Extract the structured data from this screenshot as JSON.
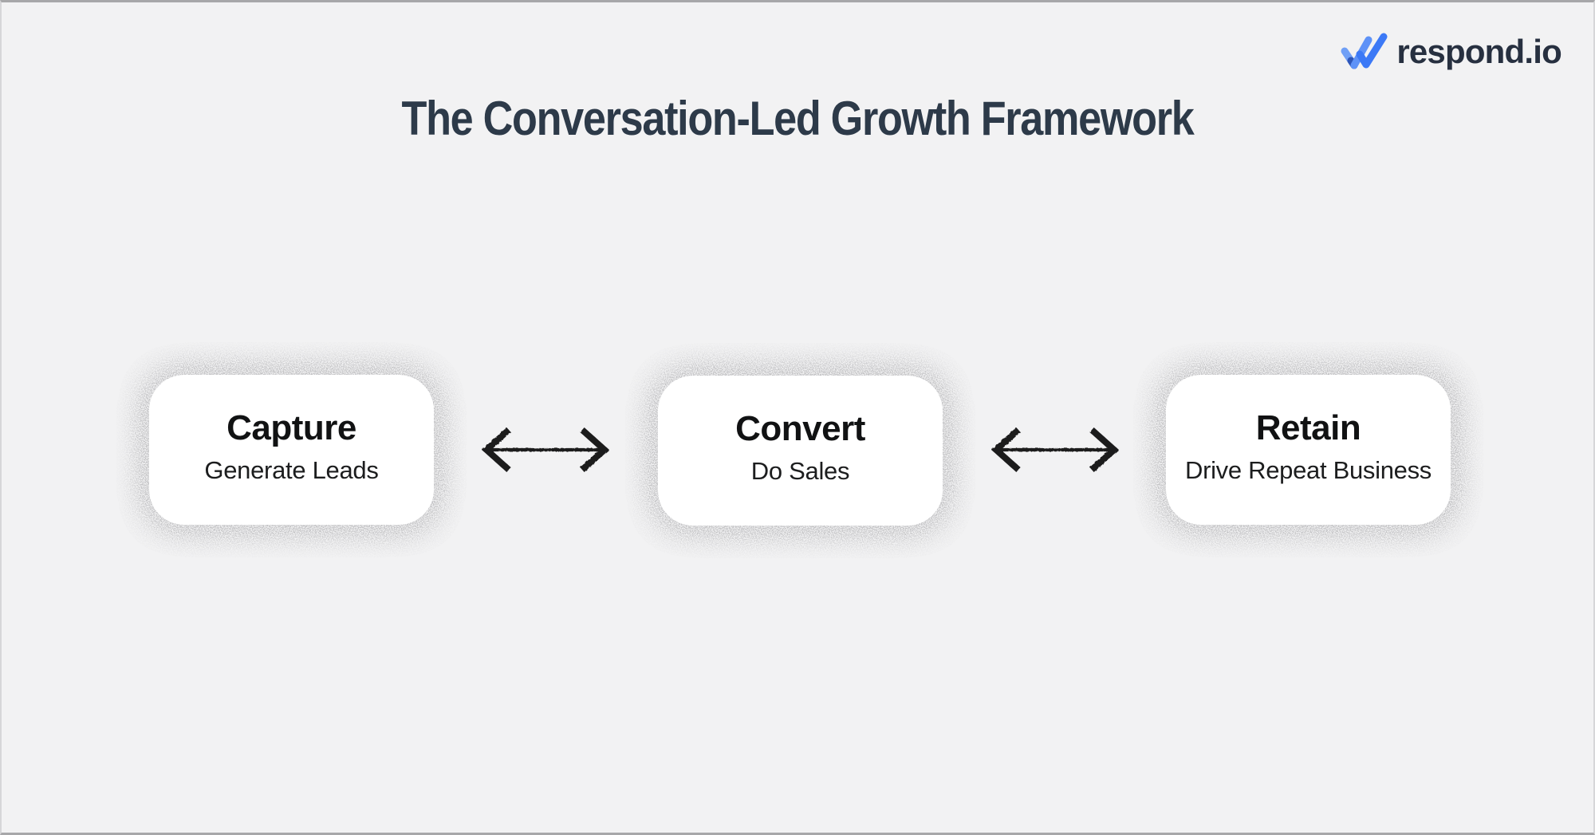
{
  "header": {
    "title": "The Conversation-Led Growth Framework"
  },
  "logo": {
    "brand": "respond.io",
    "icon": "double-check-icon"
  },
  "framework": {
    "connector": "double-headed-arrow",
    "stages": [
      {
        "title": "Capture",
        "subtitle": "Generate Leads"
      },
      {
        "title": "Convert",
        "subtitle": "Do Sales"
      },
      {
        "title": "Retain",
        "subtitle": "Drive Repeat Business"
      }
    ]
  },
  "colors": {
    "background": "#f2f2f3",
    "card": "#ffffff",
    "title_ink": "#2d3a49",
    "card_ink": "#111213",
    "brand_navy": "#273040",
    "brand_blue": "#3c79f6",
    "brand_blue_light": "#6f9ff6",
    "brand_blue_dark": "#2d55b8",
    "arrow_ink": "#1e1e1e",
    "speckle_gray": "#c3c3c5"
  }
}
